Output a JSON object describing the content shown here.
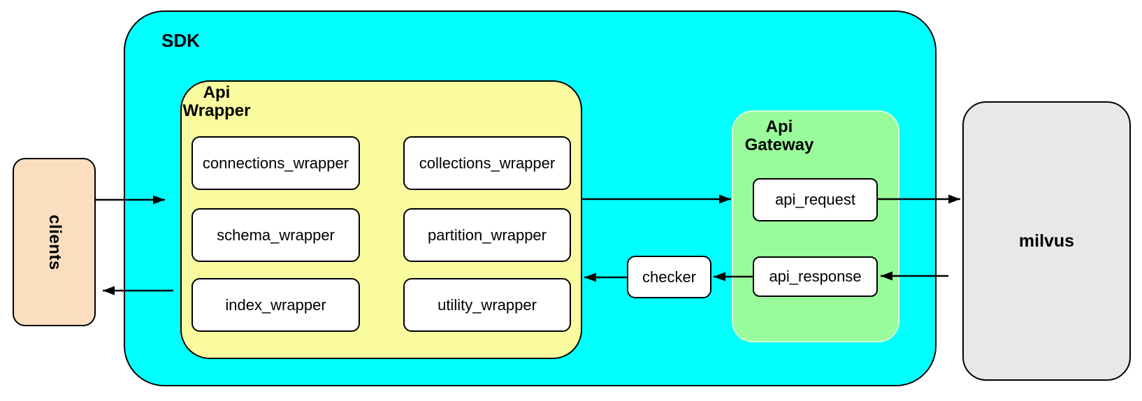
{
  "colors": {
    "canvas_bg": "#FFFFFF",
    "sdk_fill": "#00FFFF",
    "wrapper_fill": "#FAFA9E",
    "gateway_fill": "#9AFB9A",
    "clients_fill": "#FBDEC0",
    "milvus_fill": "#E8E8E8",
    "leaf_fill": "#FFFFFF",
    "stroke": "#000000"
  },
  "nodes": {
    "clients": {
      "label": "clients"
    },
    "sdk": {
      "label": "SDK"
    },
    "api_wrapper": {
      "label_line1": "Api",
      "label_line2": "Wrapper",
      "items": [
        {
          "label": "connections_wrapper"
        },
        {
          "label": "collections_wrapper"
        },
        {
          "label": "schema_wrapper"
        },
        {
          "label": "partition_wrapper"
        },
        {
          "label": "index_wrapper"
        },
        {
          "label": "utility_wrapper"
        }
      ]
    },
    "checker": {
      "label": "checker"
    },
    "api_gateway": {
      "label_line1": "Api",
      "label_line2": "Gateway",
      "items": [
        {
          "label": "api_request"
        },
        {
          "label": "api_response"
        }
      ]
    },
    "milvus": {
      "label": "milvus"
    }
  },
  "edges": [
    {
      "from": "clients",
      "to": "sdk"
    },
    {
      "from": "api_wrapper",
      "to": "api_gateway"
    },
    {
      "from": "api_request",
      "to": "milvus"
    },
    {
      "from": "milvus",
      "to": "api_response"
    },
    {
      "from": "api_response",
      "to": "checker"
    },
    {
      "from": "checker",
      "to": "api_wrapper"
    },
    {
      "from": "sdk",
      "to": "clients"
    }
  ]
}
